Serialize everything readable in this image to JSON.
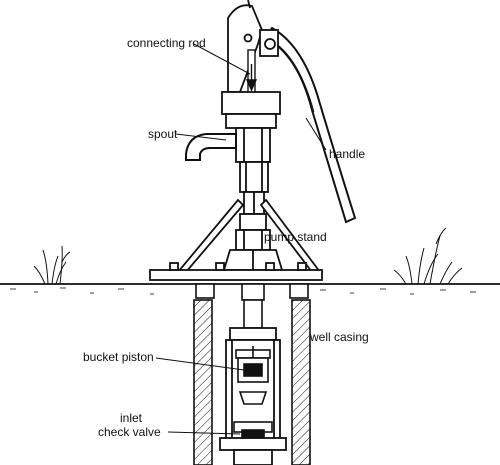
{
  "labels": {
    "connecting_rod": "connecting rod",
    "spout": "spout",
    "handle": "handle",
    "pump_stand": "pump stand",
    "well_casing": "well casing",
    "bucket_piston": "bucket piston",
    "inlet_check_valve_line1": "inlet",
    "inlet_check_valve_line2": "check valve"
  },
  "colors": {
    "ink": "#111111",
    "paper": "#ffffff"
  }
}
